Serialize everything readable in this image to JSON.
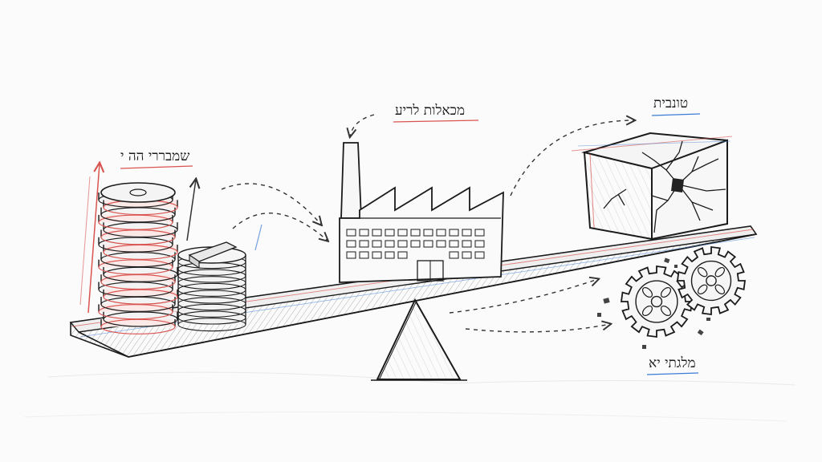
{
  "labels": {
    "left": "שמבררי הה י",
    "center": "מכאלות לריע",
    "right_top": "טונבית",
    "right_bottom": "מלגתי יא"
  },
  "colors": {
    "ink": "#1b1b1b",
    "pencil": "#555555",
    "red_accent": "#d9534f",
    "blue_accent": "#3a7bd5",
    "paper": "#fbfbfb"
  },
  "icons": [
    "coin-stack-icon",
    "factory-icon",
    "cracked-cube-icon",
    "gear-icon",
    "seesaw-icon"
  ]
}
